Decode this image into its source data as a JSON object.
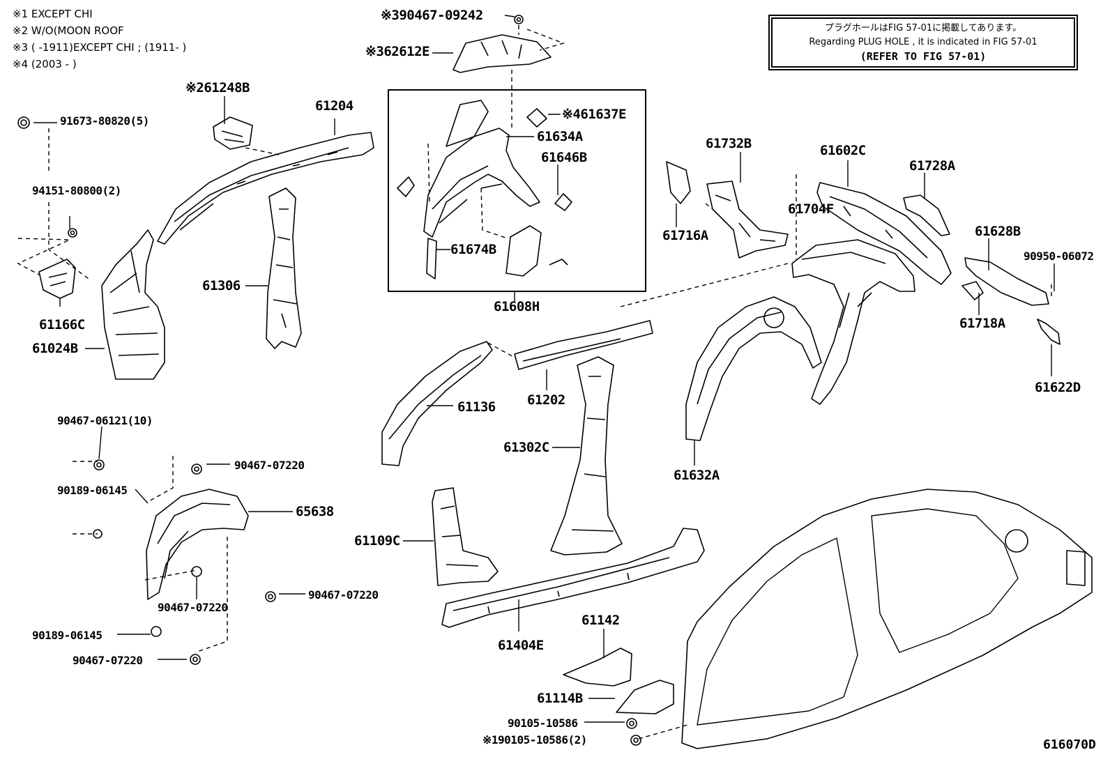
{
  "notes": [
    "※1 EXCEPT CHI",
    "※2 W/O(MOON ROOF",
    "※3 (       -1911)EXCEPT CHI ; (1911-        )",
    "※4 (2003 -     )"
  ],
  "reference_box": {
    "line1": "プラグホールはFIG 57-01に掲載してあります。",
    "line2": "Regarding  PLUG  HOLE , it is indicated in  FIG  57-01",
    "line3": "(REFER TO FIG 57-01)"
  },
  "figure_code": "616070D",
  "part_labels": {
    "p_90467_09242": "※390467-09242",
    "p_62612E": "※362612E",
    "p_61248B": "※261248B",
    "p_61204": "61204",
    "p_91673": "91673-80820(5)",
    "p_94151": "94151-80800(2)",
    "p_61166C": "61166C",
    "p_61024B": "61024B",
    "p_61306": "61306",
    "p_61637E": "※461637E",
    "p_61634A": "61634A",
    "p_61646B": "61646B",
    "p_61674B": "61674B",
    "p_61608H": "61608H",
    "p_61732B": "61732B",
    "p_61716A": "61716A",
    "p_61602C": "61602C",
    "p_61728A": "61728A",
    "p_61704F": "61704F",
    "p_61628B": "61628B",
    "p_90950": "90950-06072",
    "p_61718A": "61718A",
    "p_61622D": "61622D",
    "p_61136": "61136",
    "p_61202": "61202",
    "p_61302C": "61302C",
    "p_61632A": "61632A",
    "p_90467_06121": "90467-06121(10)",
    "p_90467_07220_a": "90467-07220",
    "p_90189_06145_a": "90189-06145",
    "p_65638": "65638",
    "p_90467_07220_b": "90467-07220",
    "p_90467_07220_c": "90467-07220",
    "p_90189_06145_b": "90189-06145",
    "p_90467_07220_d": "90467-07220",
    "p_61109C": "61109C",
    "p_61404E": "61404E",
    "p_61142": "61142",
    "p_61114B": "61114B",
    "p_90105_a": "90105-10586",
    "p_90105_b": "※190105-10586(2)"
  }
}
